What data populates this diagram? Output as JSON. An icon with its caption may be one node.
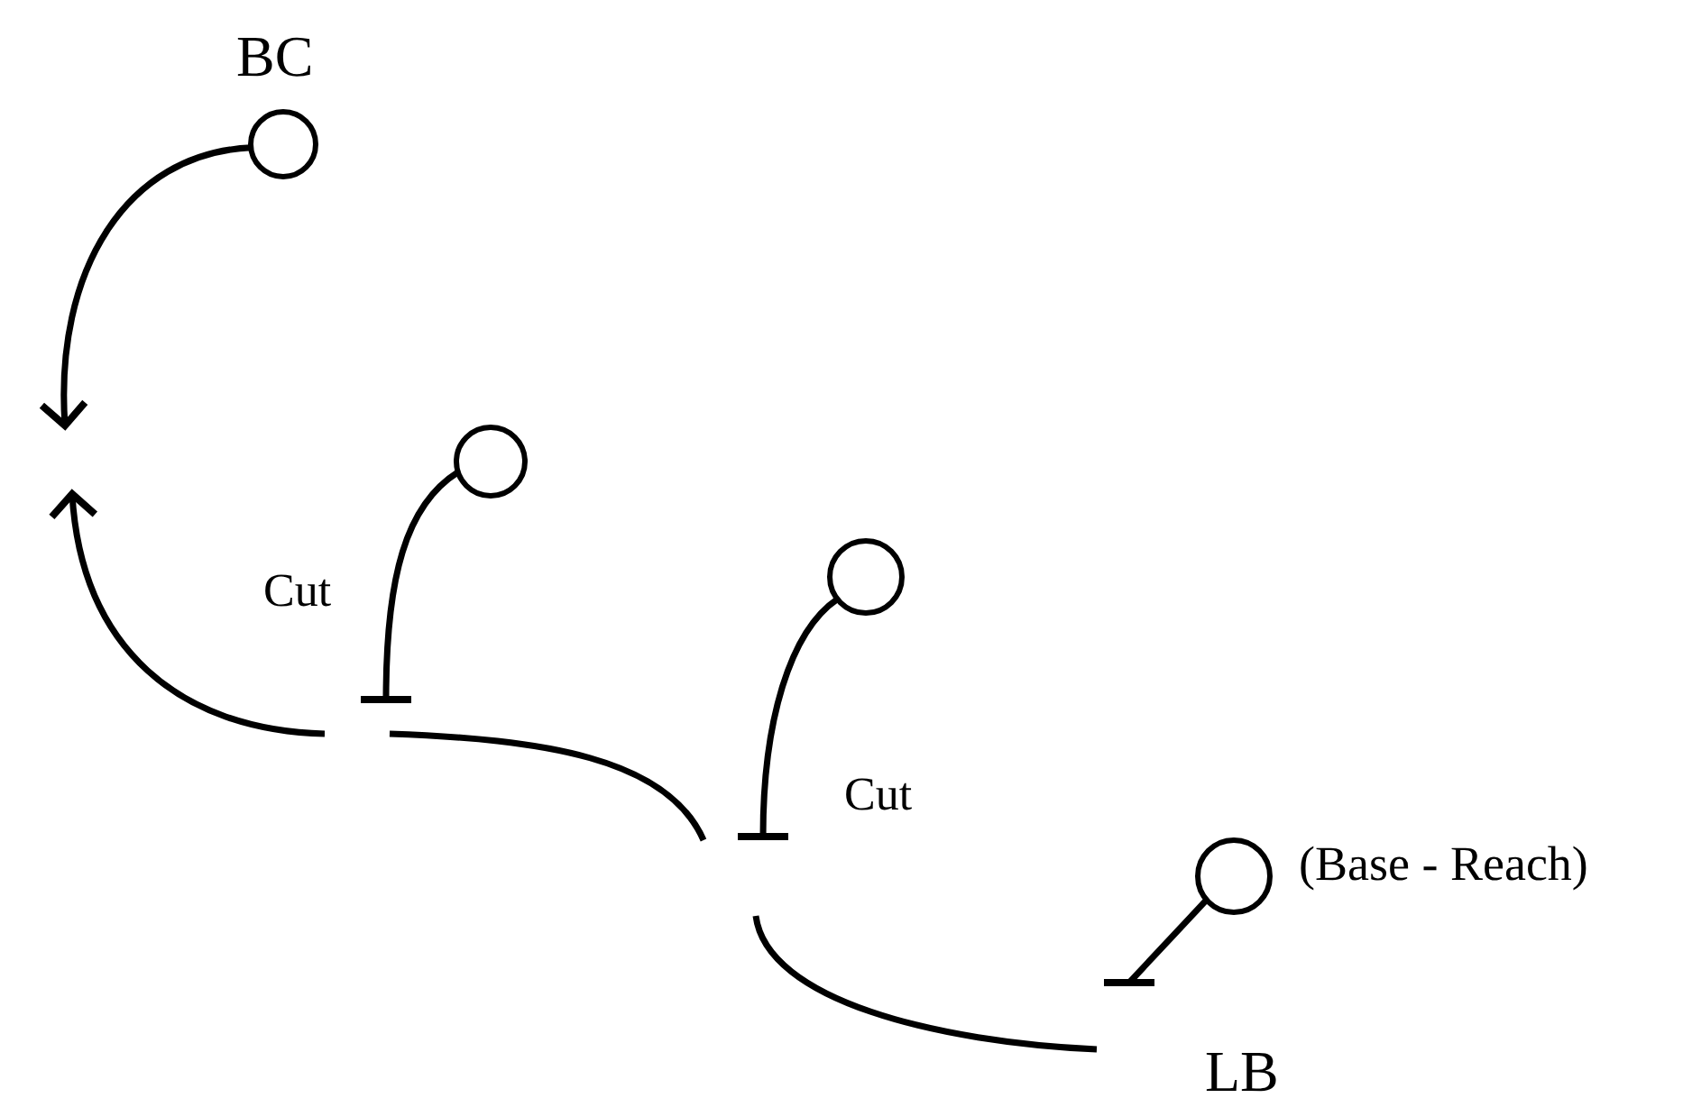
{
  "diagram": {
    "nodes": [
      {
        "text": [
          "BC"
        ]
      },
      {
        "text": [],
        "shape": "circle"
      },
      {
        "text": [],
        "shape": "circle"
      },
      {
        "text": [
          "(Base - Reach)"
        ]
      },
      {
        "text": [
          "LB"
        ]
      }
    ],
    "edges": [
      {
        "from": 0,
        "to": null,
        "arrow": "to"
      },
      {
        "from": 1,
        "to": null,
        "arrow": "other",
        "label": "Cut"
      },
      {
        "from": 2,
        "to": null,
        "arrow": "other",
        "label": "Cut"
      },
      {
        "from": 3,
        "to": null,
        "arrow": "other"
      },
      {
        "from": 4,
        "to": null,
        "arrow": "to"
      }
    ]
  }
}
